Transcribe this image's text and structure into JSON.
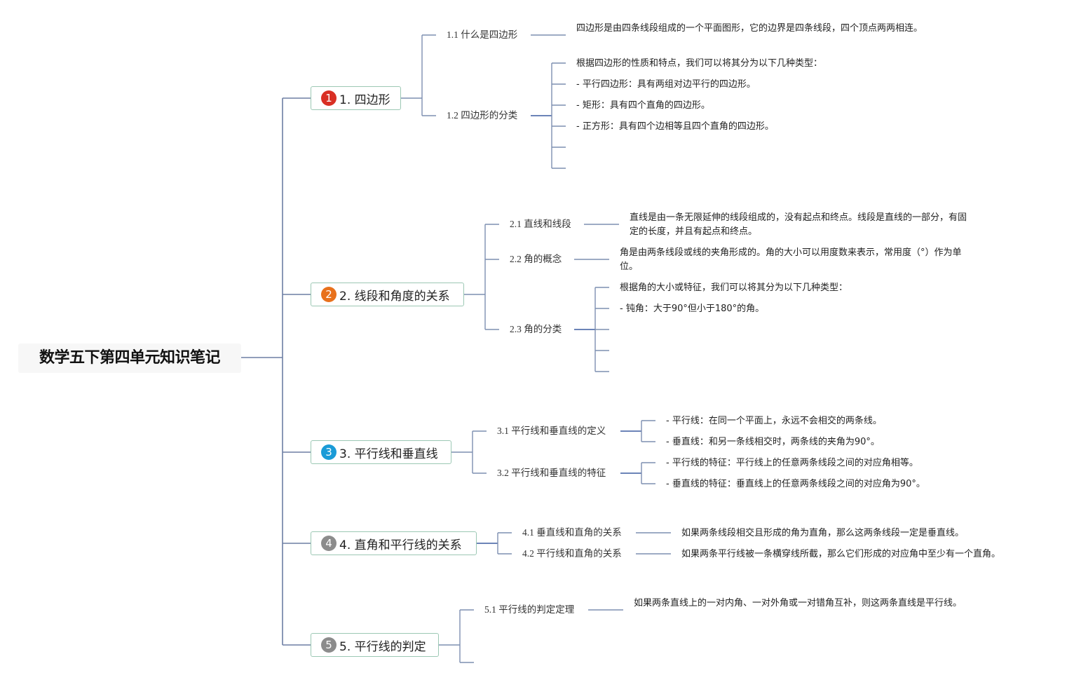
{
  "root": {
    "title": "数学五下第四单元知识笔记"
  },
  "branches": [
    {
      "num": "1",
      "badge_color": "#d93025",
      "title": "1. 四边形",
      "subs": [
        {
          "label": "1.1 什么是四边形",
          "leaves": [
            "四边形是由四条线段组成的一个平面图形，它的边界是四条线段，四个顶点两两相连。"
          ]
        },
        {
          "label": "1.2 四边形的分类",
          "leaves": [
            "根据四边形的性质和特点，我们可以将其分为以下几种类型：",
            "- 平行四边形：具有两组对边平行的四边形。",
            "- 矩形：具有四个直角的四边形。",
            "- 正方形：具有四个边相等且四个直角的四边形。",
            "",
            ""
          ]
        }
      ]
    },
    {
      "num": "2",
      "badge_color": "#e8711c",
      "title": "2. 线段和角度的关系",
      "subs": [
        {
          "label": "2.1 直线和线段",
          "leaves": [
            "直线是由一条无限延伸的线段组成的，没有起点和终点。线段是直线的一部分，有固定的长度，并且有起点和终点。"
          ]
        },
        {
          "label": "2.2 角的概念",
          "leaves": [
            "角是由两条线段或线的夹角形成的。角的大小可以用度数来表示，常用度（°）作为单位。"
          ]
        },
        {
          "label": "2.3 角的分类",
          "leaves": [
            "根据角的大小或特征，我们可以将其分为以下几种类型：",
            "- 钝角：大于90°但小于180°的角。",
            "",
            "",
            ""
          ]
        }
      ]
    },
    {
      "num": "3",
      "badge_color": "#1a9bd7",
      "title": "3. 平行线和垂直线",
      "subs": [
        {
          "label": "3.1 平行线和垂直线的定义",
          "leaves": [
            "- 平行线：在同一个平面上，永远不会相交的两条线。",
            "- 垂直线：和另一条线相交时，两条线的夹角为90°。"
          ]
        },
        {
          "label": "3.2 平行线和垂直线的特征",
          "leaves": [
            "- 平行线的特征：平行线上的任意两条线段之间的对应角相等。",
            "- 垂直线的特征：垂直线上的任意两条线段之间的对应角为90°。"
          ]
        }
      ]
    },
    {
      "num": "4",
      "badge_color": "#8c8c8c",
      "title": "4. 直角和平行线的关系",
      "subs": [
        {
          "label": "4.1 垂直线和直角的关系",
          "leaves": [
            "如果两条线段相交且形成的角为直角，那么这两条线段一定是垂直线。"
          ]
        },
        {
          "label": "4.2 平行线和直角的关系",
          "leaves": [
            "如果两条平行线被一条横穿线所截，那么它们形成的对应角中至少有一个直角。"
          ]
        }
      ]
    },
    {
      "num": "5",
      "badge_color": "#8c8c8c",
      "title": "5. 平行线的判定",
      "subs": [
        {
          "label": "5.1 平行线的判定定理",
          "leaves": [
            "如果两条直线上的一对内角、一对外角或一对错角互补，则这两条直线是平行线。"
          ]
        },
        {
          "label": "",
          "leaves": []
        }
      ]
    }
  ]
}
